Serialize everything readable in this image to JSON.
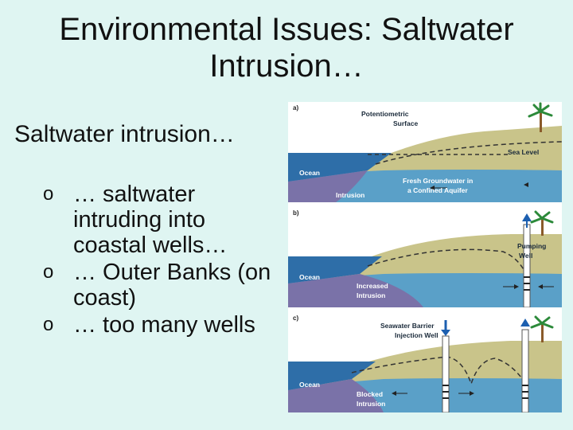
{
  "slide": {
    "title": "Environmental Issues: Saltwater Intrusion…",
    "lead": "Saltwater intrusion…",
    "bullet_marker": "o",
    "bullets": [
      "… saltwater intruding into coastal wells…",
      "… Outer Banks (on coast)",
      "… too many wells"
    ]
  },
  "figure": {
    "panel_a": {
      "letter": "a)",
      "potentiometric": "Potentiometric",
      "surface": "Surface",
      "sea_level": "Sea Level",
      "ocean": "Ocean",
      "fresh1": "Fresh Groundwater in",
      "fresh2": "a Confined Aquifer",
      "intrusion": "Intrusion"
    },
    "panel_b": {
      "letter": "b)",
      "pumping": "Pumping",
      "well": "Well",
      "ocean": "Ocean",
      "increased": "Increased",
      "intrusion": "Intrusion"
    },
    "panel_c": {
      "letter": "c)",
      "barrier1": "Seawater Barrier",
      "barrier2": "Injection Well",
      "ocean": "Ocean",
      "blocked": "Blocked",
      "intrusion": "Intrusion"
    },
    "colors": {
      "land": "#c9c48a",
      "aquifer": "#5aa0c8",
      "ocean": "#2e6ea8",
      "intrusion": "#7a72a8"
    }
  }
}
